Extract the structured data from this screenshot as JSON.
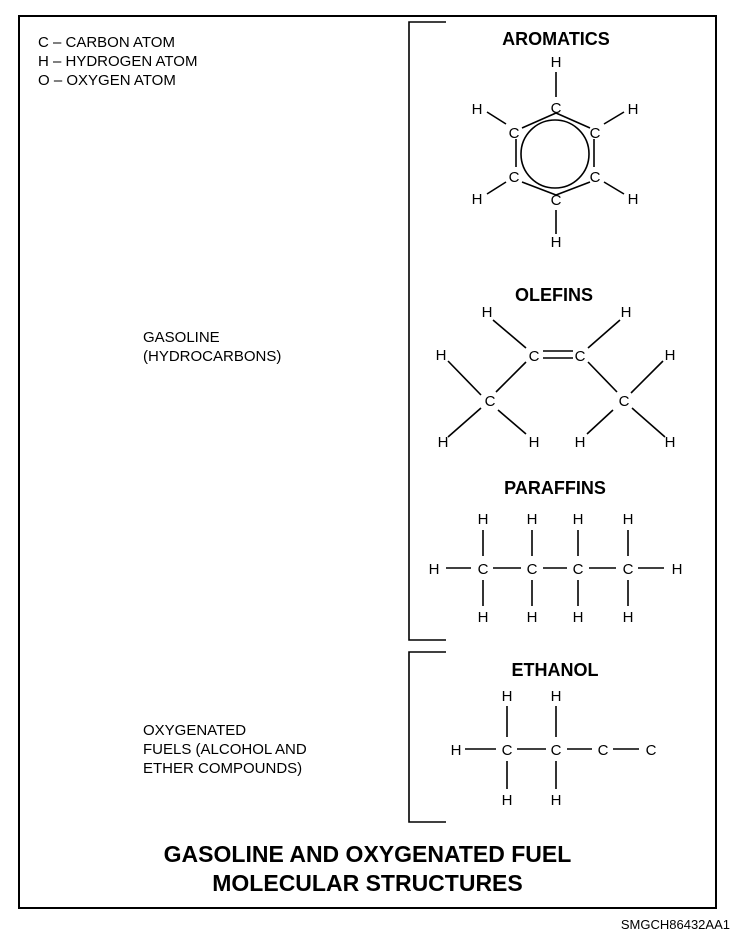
{
  "legend": [
    "C – CARBON ATOM",
    "H – HYDROGEN ATOM",
    "O – OXYGEN ATOM"
  ],
  "groups": {
    "gasoline": "GASOLINE\n(HYDROCARBONS)",
    "oxygenated": "OXYGENATED\nFUELS (ALCOHOL AND\nETHER COMPOUNDS)"
  },
  "structures": {
    "aromatics": "AROMATICS",
    "olefins": "OLEFINS",
    "paraffins": "PARAFFINS",
    "ethanol": "ETHANOL"
  },
  "atoms": {
    "carbon": "C",
    "hydrogen": "H"
  },
  "title_line1": "GASOLINE AND OXYGENATED FUEL",
  "title_line2": "MOLECULAR STRUCTURES",
  "figure_code": "SMGCH86432AA1"
}
